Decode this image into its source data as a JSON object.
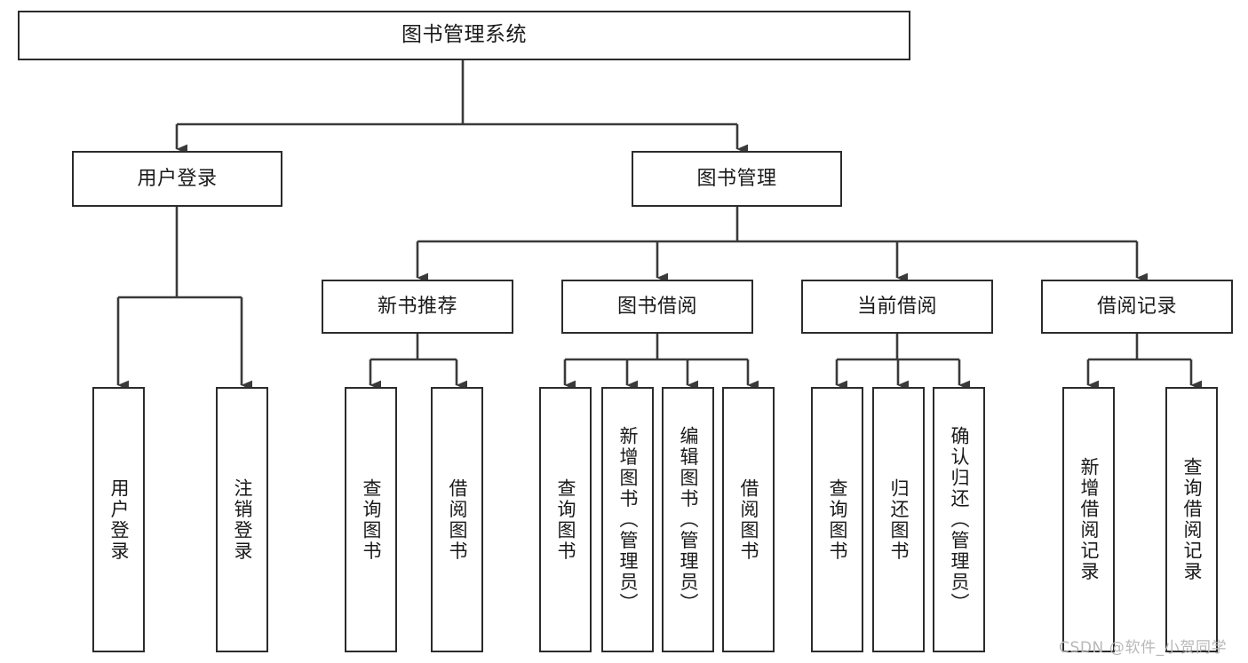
{
  "diagram": {
    "title": "图书管理系统",
    "type": "tree-hierarchy-diagram",
    "style": {
      "background": "#ffffff",
      "box_border": "#2b2b2b",
      "box_fill": "#ffffff",
      "connector": "#3a3a3a",
      "text": "#1a1a1a",
      "watermark": "#b8b8b8"
    },
    "watermark": "CSDN @软件_小贺同学",
    "nodes": {
      "root": {
        "label": "图书管理系统"
      },
      "level2": [
        {
          "id": "user-login",
          "label": "用户登录"
        },
        {
          "id": "book-management",
          "label": "图书管理"
        }
      ],
      "level3": [
        {
          "id": "new-book-recommend",
          "label": "新书推荐"
        },
        {
          "id": "book-borrow",
          "label": "图书借阅"
        },
        {
          "id": "current-borrow",
          "label": "当前借阅"
        },
        {
          "id": "borrow-record",
          "label": "借阅记录"
        }
      ],
      "leaves": {
        "user-login": [
          {
            "id": "leaf-user-login",
            "label": "用户登录"
          },
          {
            "id": "leaf-logout-login",
            "label": "注销登录"
          }
        ],
        "new-book-recommend": [
          {
            "id": "leaf-query-book-1",
            "label": "查询图书"
          },
          {
            "id": "leaf-borrow-book-1",
            "label": "借阅图书"
          }
        ],
        "book-borrow": [
          {
            "id": "leaf-query-book-2",
            "label": "查询图书"
          },
          {
            "id": "leaf-add-book",
            "label": "新增图书（管理员）"
          },
          {
            "id": "leaf-edit-book",
            "label": "编辑图书（管理员）"
          },
          {
            "id": "leaf-borrow-book-2",
            "label": "借阅图书"
          }
        ],
        "current-borrow": [
          {
            "id": "leaf-query-book-3",
            "label": "查询图书"
          },
          {
            "id": "leaf-return-book",
            "label": "归还图书"
          },
          {
            "id": "leaf-confirm-return",
            "label": "确认归还（管理员）"
          }
        ],
        "borrow-record": [
          {
            "id": "leaf-add-record",
            "label": "新增借阅记录"
          },
          {
            "id": "leaf-query-record",
            "label": "查询借阅记录"
          }
        ]
      }
    }
  }
}
